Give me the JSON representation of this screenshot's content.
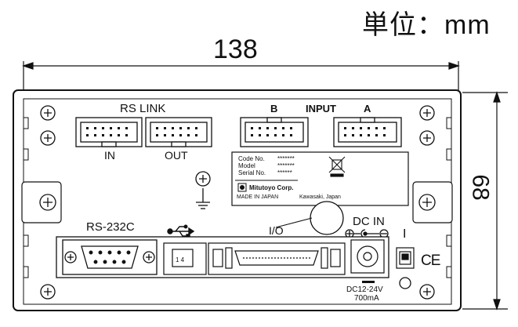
{
  "unit_label": "単位：mm",
  "dimensions": {
    "width": "138",
    "height": "68"
  },
  "panel": {
    "rs_link": "RS LINK",
    "rs_link_in": "IN",
    "rs_link_out": "OUT",
    "input_label": "INPUT",
    "input_b": "B",
    "input_a": "A",
    "rs232c": "RS-232C",
    "io": "I/O",
    "dc_in": "DC IN",
    "dc_rating_1": "DC12-24V",
    "dc_rating_2": "700mA",
    "power_switch_mark": "I",
    "ce_mark": "CE"
  },
  "nameplate": {
    "code_label": "Code No.",
    "code_value": "*******",
    "model_label": "Model",
    "model_value": "*******",
    "serial_label": "Serial No.",
    "serial_value": "******",
    "maker": "Mitutoyo Corp.",
    "made_in": "MADE IN JAPAN",
    "location": "Kawasaki, Japan"
  }
}
